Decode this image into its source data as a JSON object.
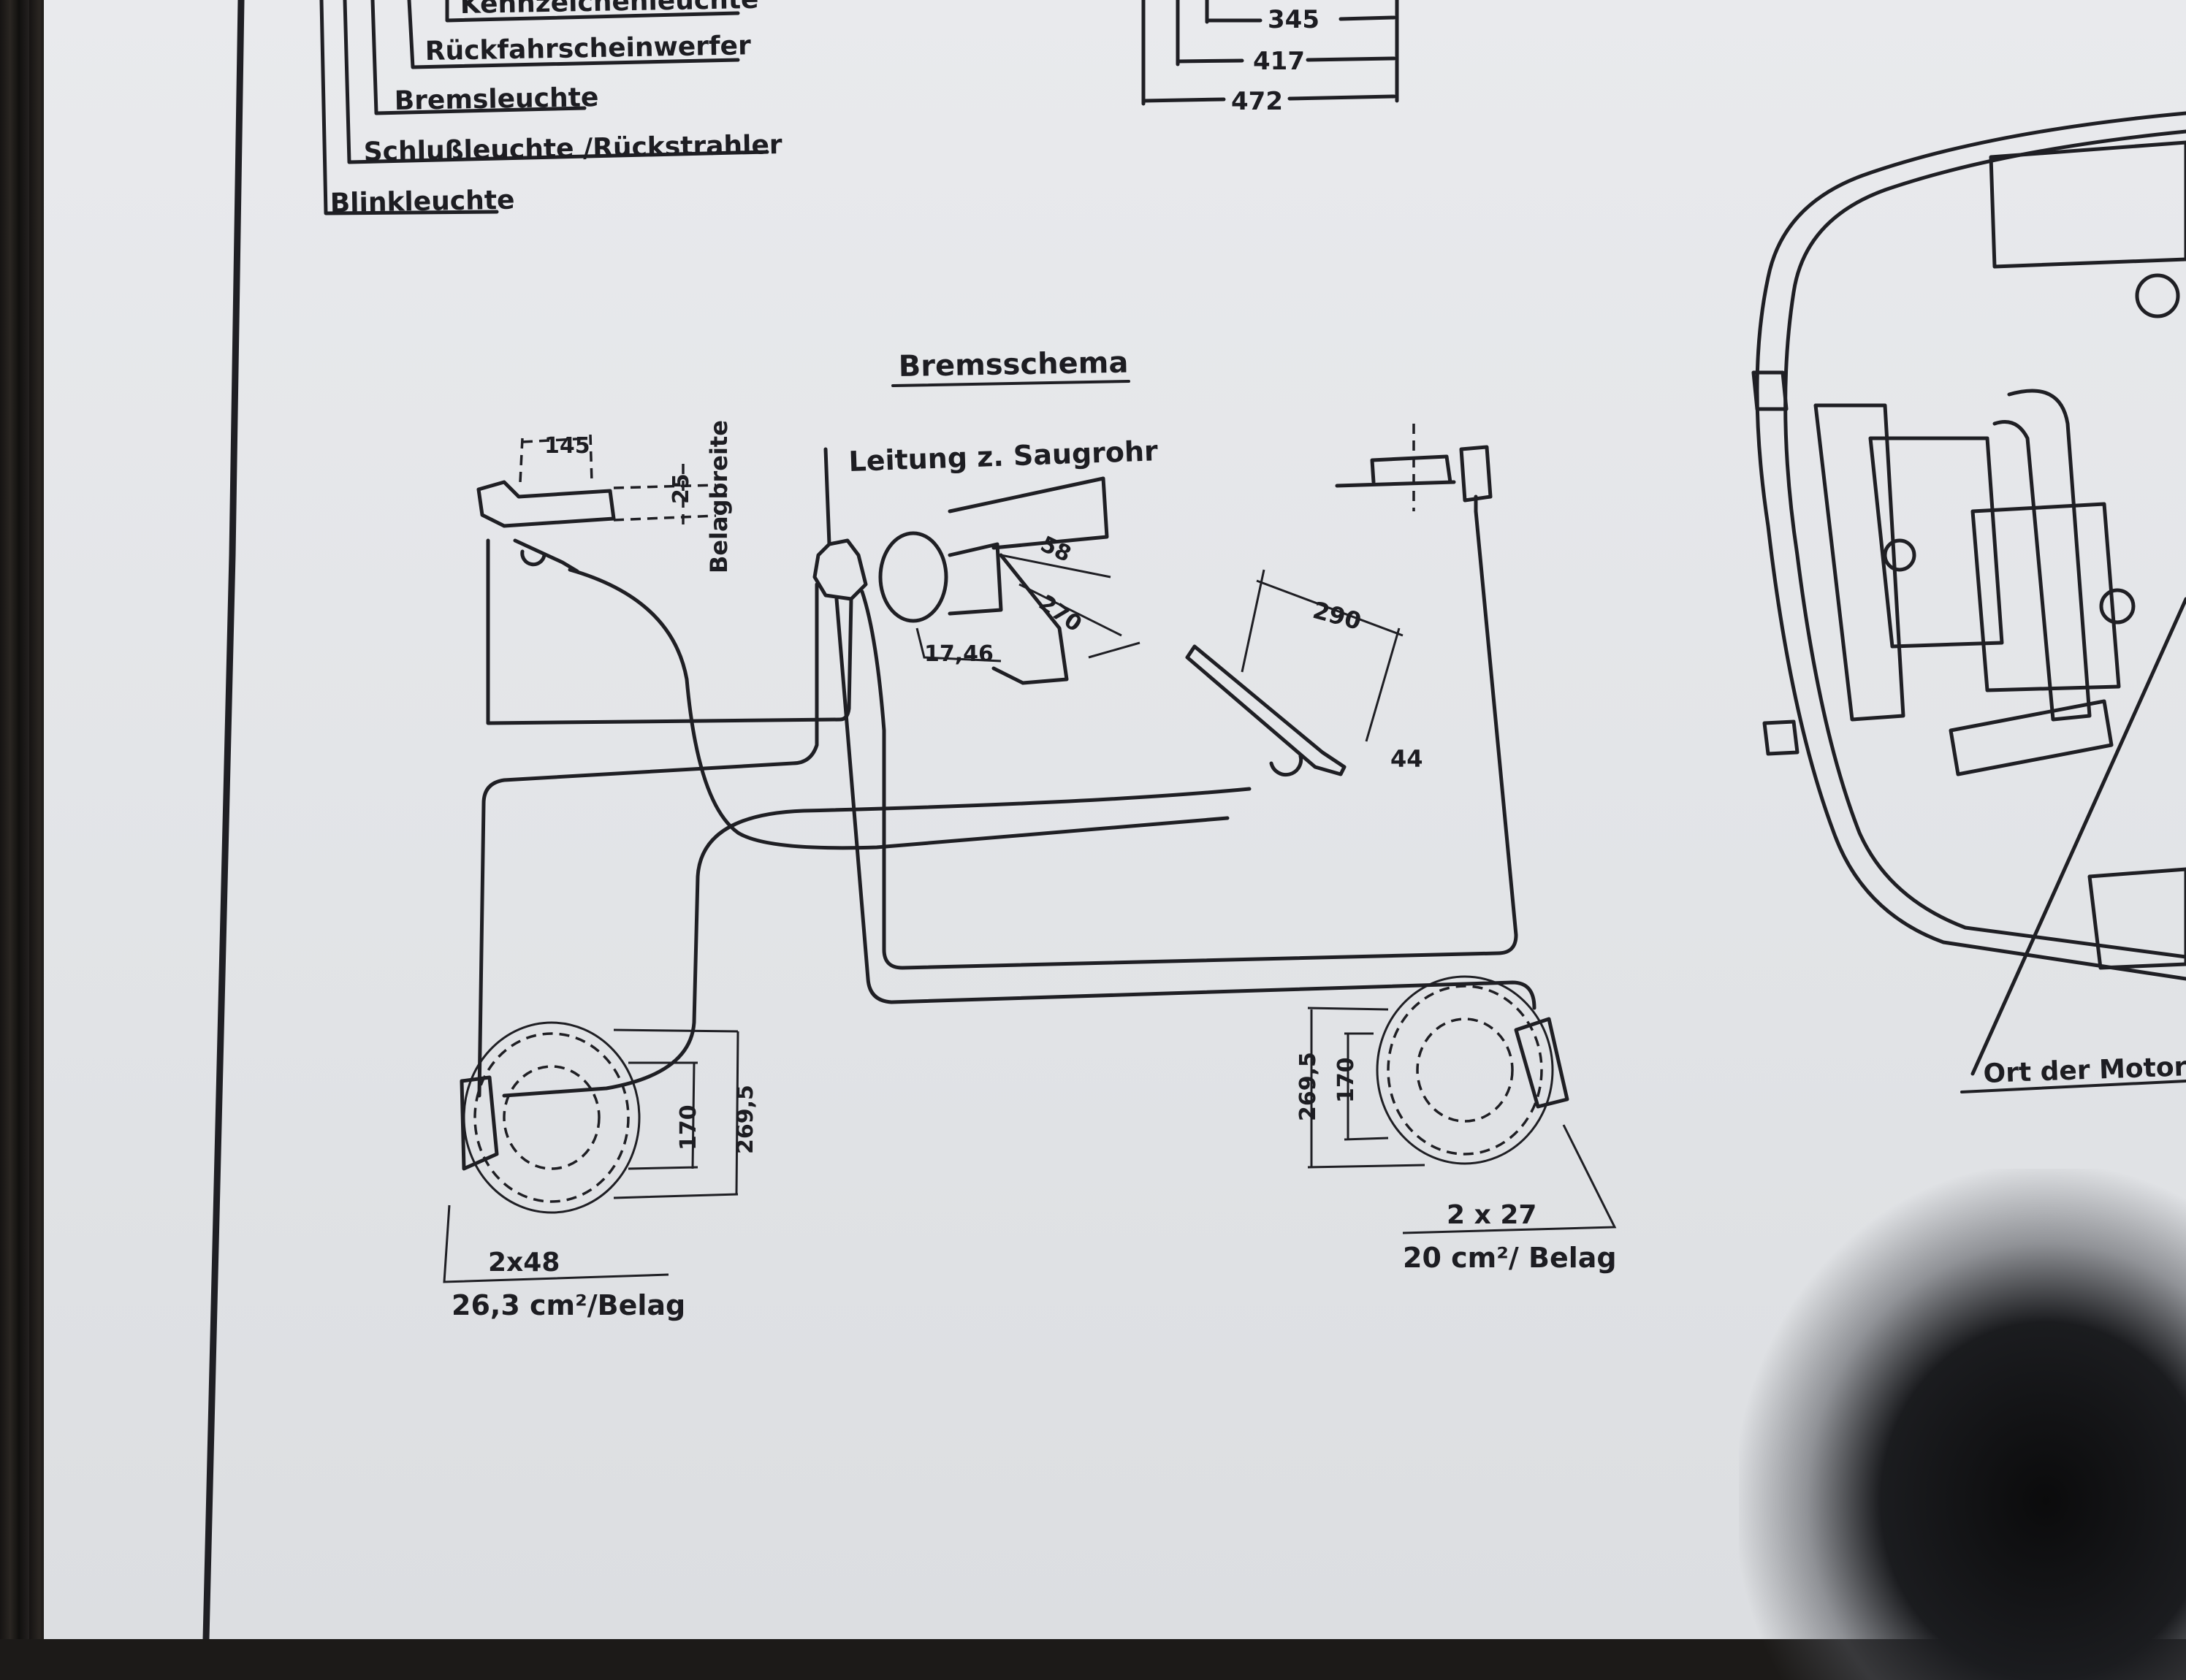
{
  "lights_legend": {
    "items": [
      "Kennzeichenleuchte",
      "Rückfahrscheinwerfer",
      "Bremsleuchte",
      "Schlußleuchte /Rückstrahler",
      "Blinkleuchte"
    ]
  },
  "top_dimensions": [
    "345",
    "417",
    "472"
  ],
  "brake_schema": {
    "title": "Bremsschema",
    "vacuum_line_label": "Leitung z. Saugrohr",
    "pad_width_label": "Belagbreite",
    "dims": {
      "caliper_width": "145",
      "pad_width": "25",
      "pedal_small": "58",
      "pedal_length": "270",
      "master_bore": "17,46",
      "handbrake_length": "290",
      "handbrake_arm": "44"
    },
    "front_wheel": {
      "outer_diameter": "269,5",
      "inner_diameter": "170",
      "pistons": "2x48",
      "pad_area": "26,3 cm²/Belag"
    },
    "rear_wheel": {
      "outer_diameter": "269,5",
      "inner_diameter": "170",
      "pistons": "2 x 27",
      "pad_area": "20 cm²/ Belag"
    }
  },
  "engine_view": {
    "label": "Ort der Motor"
  }
}
